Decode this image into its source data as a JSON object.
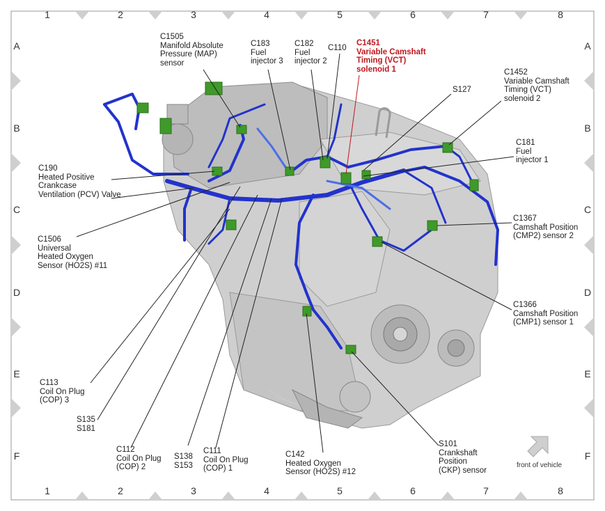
{
  "grid": {
    "columns": [
      "1",
      "2",
      "3",
      "4",
      "5",
      "6",
      "7",
      "8"
    ],
    "rows": [
      "A",
      "B",
      "C",
      "D",
      "E",
      "F"
    ]
  },
  "labels": {
    "c1505": "C1505\nManifold Absolute\nPressure (MAP)\nsensor",
    "c183": "C183\nFuel\ninjector 3",
    "c182": "C182\nFuel\ninjector 2",
    "c110": "C110",
    "c1451": "C1451\nVariable Camshaft\nTiming (VCT)\nsolenoid 1",
    "c1452": "C1452\nVariable Camshaft\nTiming (VCT)\nsolenoid 2",
    "s127": "S127",
    "c181": "C181\nFuel\ninjector 1",
    "c190": "C190\nHeated Positive\nCrankcase\nVentilation (PCV) Valve",
    "c1506": "C1506\nUniversal\nHeated Oxygen\nSensor (HO2S) #11",
    "c1367": "C1367\nCamshaft Position\n(CMP2) sensor 2",
    "c1366": "C1366\nCamshaft Position\n(CMP1) sensor 1",
    "c113": "C113\nCoil On Plug\n(COP) 3",
    "s135": "S135\nS181",
    "c112": "C112\nCoil On Plug\n(COP) 2",
    "s138": "S138\nS153",
    "c111": "C111\nCoil On Plug\n(COP) 1",
    "c142": "C142\nHeated Oxygen\nSensor (HO2S) #12",
    "s101": "S101\nCrankshaft\nPosition\n(CKP) sensor",
    "front": "front of vehicle"
  },
  "colors": {
    "harness": "#2233cc",
    "connector": "#3f9a2a",
    "engine": "#c9c9c9",
    "highlight": "#c0161e",
    "border_triangle": "#cfcfcf"
  },
  "icons": {
    "front_arrow": "arrow-up-right-icon"
  }
}
